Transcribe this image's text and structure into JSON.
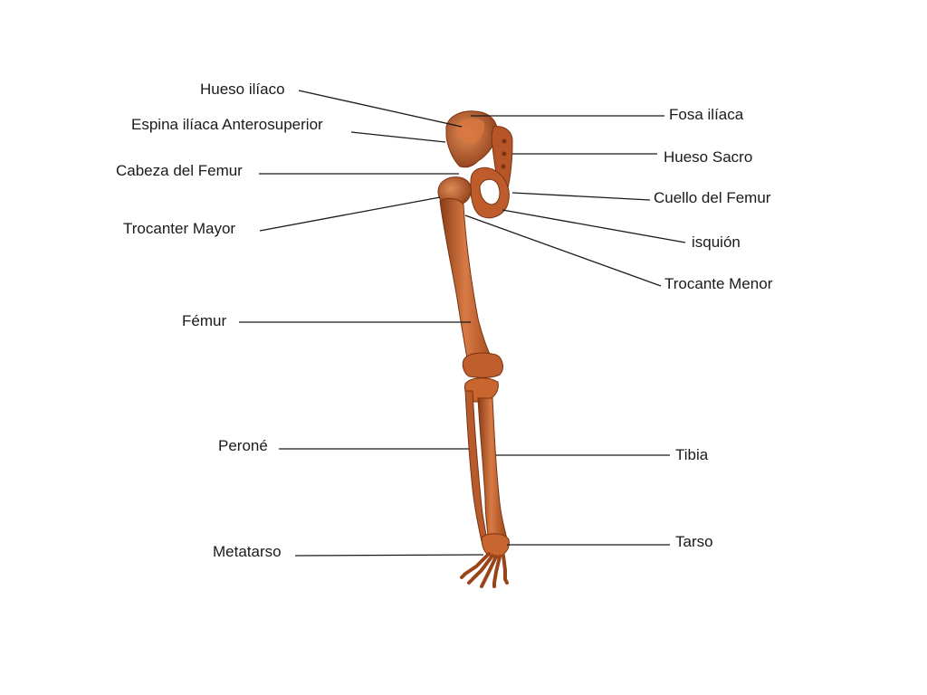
{
  "colors": {
    "background": "#ffffff",
    "bone": "#c9652f",
    "bone_shadow": "#8a3c17",
    "bone_highlight": "#e08a55",
    "leader_line": "#1a1a1a",
    "text": "#1a1a1a"
  },
  "labels": {
    "hueso_iliaco": "Hueso ilíaco",
    "espina_iliaca": "Espina ilíaca Anterosuperior",
    "cabeza_femur": "Cabeza del Femur",
    "trocanter_mayor": "Trocanter Mayor",
    "femur": "Fémur",
    "perone": "Peroné",
    "metatarso": "Metatarso",
    "fosa_iliaca": "Fosa ilíaca",
    "hueso_sacro": "Hueso Sacro",
    "cuello_femur": "Cuello del Femur",
    "isquion": "isquión",
    "trocante_menor": "Trocante Menor",
    "tibia": "Tibia",
    "tarso": "Tarso"
  }
}
